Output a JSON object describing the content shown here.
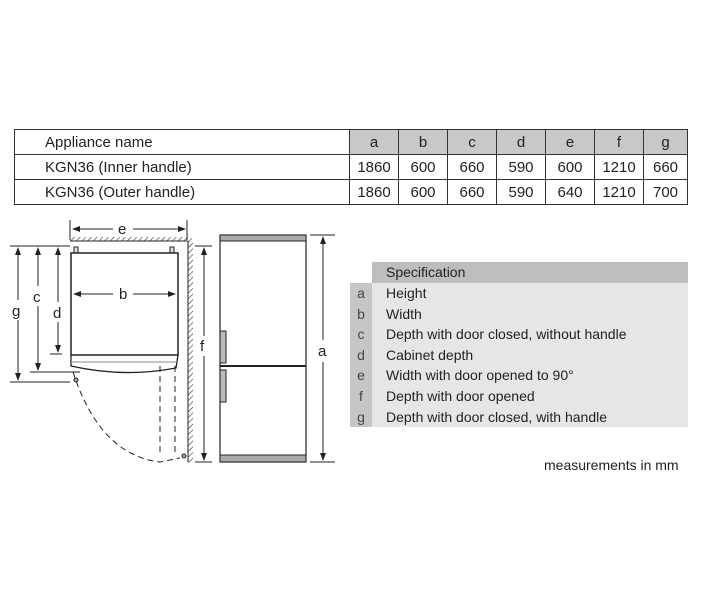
{
  "dimensions_table": {
    "header": {
      "name": "Appliance name",
      "cols": [
        "a",
        "b",
        "c",
        "d",
        "e",
        "f",
        "g"
      ]
    },
    "rows": [
      {
        "name": "KGN36 (Inner handle)",
        "values": [
          "1860",
          "600",
          "660",
          "590",
          "600",
          "1210",
          "660"
        ]
      },
      {
        "name": "KGN36 (Outer handle)",
        "values": [
          "1860",
          "600",
          "660",
          "590",
          "640",
          "1210",
          "700"
        ]
      }
    ]
  },
  "specification": {
    "title": "Specification",
    "items": [
      {
        "letter": "a",
        "label": "Height"
      },
      {
        "letter": "b",
        "label": "Width"
      },
      {
        "letter": "c",
        "label": "Depth with door closed, without handle"
      },
      {
        "letter": "d",
        "label": "Cabinet depth"
      },
      {
        "letter": "e",
        "label": "Width with door opened to 90°"
      },
      {
        "letter": "f",
        "label": "Depth with door opened"
      },
      {
        "letter": "g",
        "label": "Depth with door closed, with handle"
      }
    ]
  },
  "diagram_labels": {
    "a": "a",
    "b": "b",
    "c": "c",
    "d": "d",
    "e": "e",
    "f": "f",
    "g": "g"
  },
  "units_note": "measurements in mm"
}
